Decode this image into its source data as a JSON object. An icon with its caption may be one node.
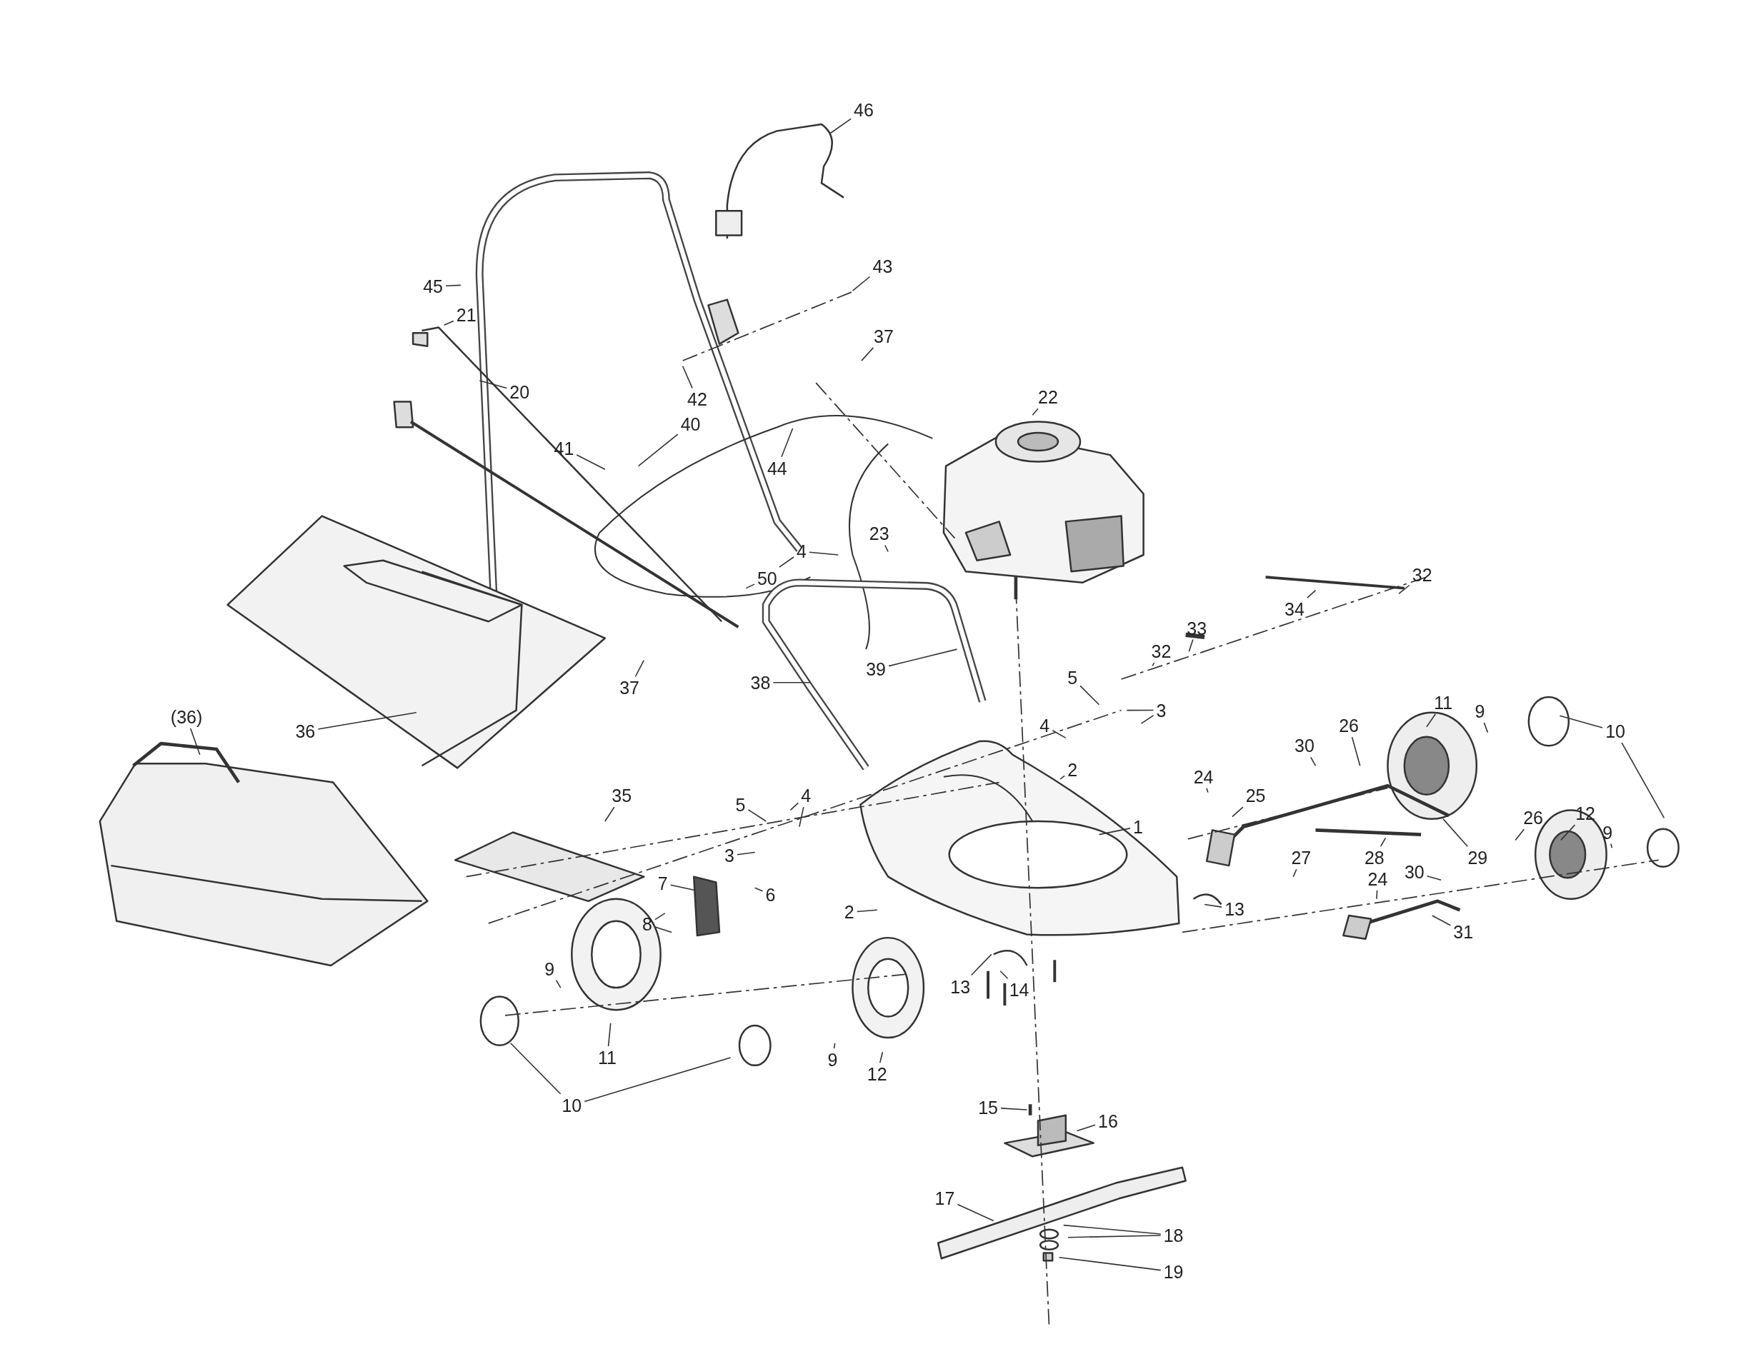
{
  "diagram": {
    "nodes": [
      {
        "text": [
          "46"
        ]
      },
      {
        "text": [
          "43"
        ]
      },
      {
        "text": [
          "45"
        ]
      },
      {
        "text": [
          "21"
        ]
      },
      {
        "text": [
          "37"
        ]
      },
      {
        "text": [
          "42"
        ]
      },
      {
        "text": [
          "20"
        ]
      },
      {
        "text": [
          "22"
        ]
      },
      {
        "text": [
          "40"
        ]
      },
      {
        "text": [
          "41"
        ]
      },
      {
        "text": [
          "44"
        ]
      },
      {
        "text": [
          "23"
        ]
      },
      {
        "text": [
          "4"
        ]
      },
      {
        "text": [
          "50"
        ]
      },
      {
        "text": [
          "32"
        ]
      },
      {
        "text": [
          "34"
        ]
      },
      {
        "text": [
          "33"
        ]
      },
      {
        "text": [
          "32"
        ]
      },
      {
        "text": [
          "39"
        ]
      },
      {
        "text": [
          "5"
        ]
      },
      {
        "text": [
          "38"
        ]
      },
      {
        "text": [
          "37"
        ]
      },
      {
        "text": [
          "11"
        ]
      },
      {
        "text": [
          "3"
        ]
      },
      {
        "text": [
          "9"
        ]
      },
      {
        "text": [
          "(36)"
        ]
      },
      {
        "text": [
          "26"
        ]
      },
      {
        "text": [
          "4"
        ]
      },
      {
        "text": [
          "36"
        ]
      },
      {
        "text": [
          "10"
        ]
      },
      {
        "text": [
          "30"
        ]
      },
      {
        "text": [
          "2"
        ]
      },
      {
        "text": [
          "24"
        ]
      },
      {
        "text": [
          "35"
        ]
      },
      {
        "text": [
          "4"
        ]
      },
      {
        "text": [
          "25"
        ]
      },
      {
        "text": [
          "5"
        ]
      },
      {
        "text": [
          "12"
        ]
      },
      {
        "text": [
          "26"
        ]
      },
      {
        "text": [
          "1"
        ]
      },
      {
        "text": [
          "9"
        ]
      },
      {
        "text": [
          "3"
        ]
      },
      {
        "text": [
          "27"
        ]
      },
      {
        "text": [
          "28"
        ]
      },
      {
        "text": [
          "29"
        ]
      },
      {
        "text": [
          "30"
        ]
      },
      {
        "text": [
          "24"
        ]
      },
      {
        "text": [
          "7"
        ]
      },
      {
        "text": [
          "6"
        ]
      },
      {
        "text": [
          "13"
        ]
      },
      {
        "text": [
          "2"
        ]
      },
      {
        "text": [
          "8"
        ]
      },
      {
        "text": [
          "31"
        ]
      },
      {
        "text": [
          "9"
        ]
      },
      {
        "text": [
          "13"
        ]
      },
      {
        "text": [
          "14"
        ]
      },
      {
        "text": [
          "11"
        ]
      },
      {
        "text": [
          "9"
        ]
      },
      {
        "text": [
          "12"
        ]
      },
      {
        "text": [
          "10"
        ]
      },
      {
        "text": [
          "15"
        ]
      },
      {
        "text": [
          "16"
        ]
      },
      {
        "text": [
          "17"
        ]
      },
      {
        "text": [
          "18"
        ]
      },
      {
        "text": [
          "19"
        ]
      }
    ],
    "edges": [
      {
        "from": 0,
        "to": null,
        "arrow": "none"
      },
      {
        "from": 1,
        "to": null,
        "arrow": "none"
      },
      {
        "from": 2,
        "to": null,
        "arrow": "none"
      },
      {
        "from": 3,
        "to": null,
        "arrow": "none"
      },
      {
        "from": 4,
        "to": null,
        "arrow": "none"
      },
      {
        "from": 5,
        "to": null,
        "arrow": "none"
      },
      {
        "from": 6,
        "to": null,
        "arrow": "none"
      },
      {
        "from": 7,
        "to": null,
        "arrow": "none"
      },
      {
        "from": 8,
        "to": null,
        "arrow": "none"
      },
      {
        "from": 9,
        "to": null,
        "arrow": "none"
      },
      {
        "from": 10,
        "to": null,
        "arrow": "none"
      },
      {
        "from": 11,
        "to": null,
        "arrow": "none"
      },
      {
        "from": 12,
        "to": null,
        "arrow": "none"
      },
      {
        "from": 12,
        "to": null,
        "arrow": "none"
      },
      {
        "from": 13,
        "to": null,
        "arrow": "none"
      },
      {
        "from": 14,
        "to": null,
        "arrow": "none"
      },
      {
        "from": 15,
        "to": null,
        "arrow": "none"
      },
      {
        "from": 16,
        "to": null,
        "arrow": "none"
      },
      {
        "from": 17,
        "to": null,
        "arrow": "none"
      },
      {
        "from": 18,
        "to": null,
        "arrow": "none"
      },
      {
        "from": 19,
        "to": null,
        "arrow": "none"
      },
      {
        "from": 20,
        "to": null,
        "arrow": "none"
      },
      {
        "from": 21,
        "to": null,
        "arrow": "none"
      },
      {
        "from": 22,
        "to": null,
        "arrow": "none"
      },
      {
        "from": 23,
        "to": null,
        "arrow": "none"
      },
      {
        "from": 23,
        "to": null,
        "arrow": "none"
      },
      {
        "from": 24,
        "to": null,
        "arrow": "none"
      },
      {
        "from": 25,
        "to": null,
        "arrow": "none"
      },
      {
        "from": 26,
        "to": null,
        "arrow": "none"
      },
      {
        "from": 27,
        "to": null,
        "arrow": "none"
      },
      {
        "from": 28,
        "to": null,
        "arrow": "none"
      },
      {
        "from": 29,
        "to": null,
        "arrow": "none"
      },
      {
        "from": 29,
        "to": null,
        "arrow": "none"
      },
      {
        "from": 30,
        "to": null,
        "arrow": "none"
      },
      {
        "from": 31,
        "to": null,
        "arrow": "none"
      },
      {
        "from": 32,
        "to": null,
        "arrow": "none"
      },
      {
        "from": 33,
        "to": null,
        "arrow": "none"
      },
      {
        "from": 34,
        "to": null,
        "arrow": "none"
      },
      {
        "from": 34,
        "to": null,
        "arrow": "none"
      },
      {
        "from": 35,
        "to": null,
        "arrow": "none"
      },
      {
        "from": 36,
        "to": null,
        "arrow": "none"
      },
      {
        "from": 37,
        "to": null,
        "arrow": "none"
      },
      {
        "from": 38,
        "to": null,
        "arrow": "none"
      },
      {
        "from": 39,
        "to": null,
        "arrow": "none"
      },
      {
        "from": 40,
        "to": null,
        "arrow": "none"
      },
      {
        "from": 41,
        "to": null,
        "arrow": "none"
      },
      {
        "from": 42,
        "to": null,
        "arrow": "none"
      },
      {
        "from": 43,
        "to": null,
        "arrow": "none"
      },
      {
        "from": 44,
        "to": null,
        "arrow": "none"
      },
      {
        "from": 45,
        "to": null,
        "arrow": "none"
      },
      {
        "from": 46,
        "to": null,
        "arrow": "none"
      },
      {
        "from": 47,
        "to": null,
        "arrow": "none"
      },
      {
        "from": 48,
        "to": null,
        "arrow": "none"
      },
      {
        "from": 49,
        "to": null,
        "arrow": "none"
      },
      {
        "from": 50,
        "to": null,
        "arrow": "none"
      },
      {
        "from": 51,
        "to": null,
        "arrow": "none"
      },
      {
        "from": 51,
        "to": null,
        "arrow": "none"
      },
      {
        "from": 52,
        "to": null,
        "arrow": "none"
      },
      {
        "from": 53,
        "to": null,
        "arrow": "none"
      },
      {
        "from": 54,
        "to": null,
        "arrow": "none"
      },
      {
        "from": 55,
        "to": null,
        "arrow": "none"
      },
      {
        "from": 56,
        "to": null,
        "arrow": "none"
      },
      {
        "from": 57,
        "to": null,
        "arrow": "none"
      },
      {
        "from": 58,
        "to": null,
        "arrow": "none"
      },
      {
        "from": 59,
        "to": null,
        "arrow": "none"
      },
      {
        "from": 59,
        "to": null,
        "arrow": "none"
      },
      {
        "from": 60,
        "to": null,
        "arrow": "none"
      },
      {
        "from": 61,
        "to": null,
        "arrow": "none"
      },
      {
        "from": 62,
        "to": null,
        "arrow": "none"
      },
      {
        "from": 63,
        "to": null,
        "arrow": "none"
      },
      {
        "from": 63,
        "to": null,
        "arrow": "none"
      },
      {
        "from": 64,
        "to": null,
        "arrow": "none"
      }
    ]
  }
}
